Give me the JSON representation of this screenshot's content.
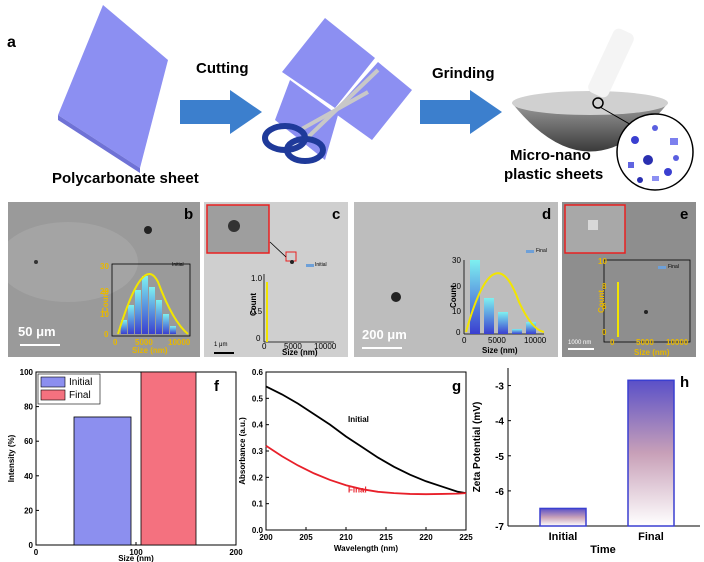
{
  "panel_a": {
    "letter": "a",
    "step1": "Cutting",
    "step2": "Grinding",
    "left_caption": "Polycarbonate sheet",
    "right_caption_line1": "Micro-nano",
    "right_caption_line2": "plastic sheets"
  },
  "sem": {
    "b": {
      "letter": "b",
      "scale": "50 μm",
      "legend": "Initial",
      "xlabel": "Size (nm)",
      "ylabel": "Count",
      "xticks": [
        "0",
        "5000",
        "10000"
      ],
      "yticks": [
        "0",
        "10",
        "20",
        "30"
      ]
    },
    "c": {
      "letter": "c",
      "scale": "1 μm",
      "legend": "Initial",
      "xlabel": "Size (nm)",
      "ylabel": "Count",
      "xticks": [
        "0",
        "5000",
        "10000"
      ],
      "yticks": [
        "0",
        "1.0",
        "0.5"
      ]
    },
    "d": {
      "letter": "d",
      "scale": "200 μm",
      "legend": "Final",
      "xlabel": "Size (nm)",
      "ylabel": "Count",
      "xticks": [
        "0",
        "5000",
        "10000"
      ],
      "yticks": [
        "0",
        "10",
        "20",
        "30"
      ]
    },
    "e": {
      "letter": "e",
      "scale": "1000 nm",
      "legend": "Final",
      "xlabel": "Size (nm)",
      "ylabel": "Count",
      "xticks": [
        "0",
        "5000",
        "10000"
      ],
      "yticks": [
        "0",
        "6",
        "8",
        "10"
      ]
    }
  },
  "chart_data": [
    {
      "panel": "f",
      "type": "bar",
      "xlabel": "Size (nm)",
      "ylabel": "Intensity (%)",
      "xlim": [
        0,
        200
      ],
      "ylim": [
        0,
        100
      ],
      "xticks": [
        0,
        100,
        200
      ],
      "yticks": [
        0,
        20,
        40,
        60,
        80,
        100
      ],
      "series": [
        {
          "name": "Initial",
          "color": "#8c8fef",
          "x_range": [
            38,
            95
          ],
          "value": 74
        },
        {
          "name": "Final",
          "color": "#f4717f",
          "x_range": [
            105,
            160
          ],
          "value": 100
        }
      ],
      "legend": "top-left"
    },
    {
      "panel": "g",
      "type": "line",
      "xlabel": "Wavelength (nm)",
      "ylabel": "Absorbance (a.u.)",
      "xlim": [
        200,
        225
      ],
      "ylim": [
        0,
        0.6
      ],
      "xticks": [
        200,
        205,
        210,
        215,
        220,
        225
      ],
      "yticks": [
        0.0,
        0.1,
        0.2,
        0.3,
        0.4,
        0.5,
        0.6
      ],
      "series": [
        {
          "name": "Initial",
          "color": "#000000",
          "x": [
            200,
            202,
            204,
            206,
            208,
            210,
            212,
            214,
            216,
            218,
            220,
            222,
            224,
            225
          ],
          "y": [
            0.545,
            0.515,
            0.48,
            0.44,
            0.4,
            0.355,
            0.315,
            0.275,
            0.24,
            0.21,
            0.185,
            0.165,
            0.145,
            0.14
          ]
        },
        {
          "name": "Final",
          "color": "#e8202a",
          "x": [
            200,
            202,
            204,
            206,
            208,
            210,
            212,
            214,
            216,
            218,
            220,
            222,
            224,
            225
          ],
          "y": [
            0.32,
            0.28,
            0.245,
            0.215,
            0.19,
            0.17,
            0.155,
            0.145,
            0.14,
            0.137,
            0.136,
            0.137,
            0.138,
            0.14
          ]
        }
      ]
    },
    {
      "panel": "h",
      "type": "bar",
      "xlabel": "Time",
      "ylabel": "Zeta Potential (mV)",
      "categories": [
        "Initial",
        "Final"
      ],
      "ylim": [
        -7,
        -2.5
      ],
      "yticks": [
        -7,
        -6,
        -5,
        -4,
        -3
      ],
      "values": [
        -6.5,
        -2.85
      ]
    }
  ]
}
